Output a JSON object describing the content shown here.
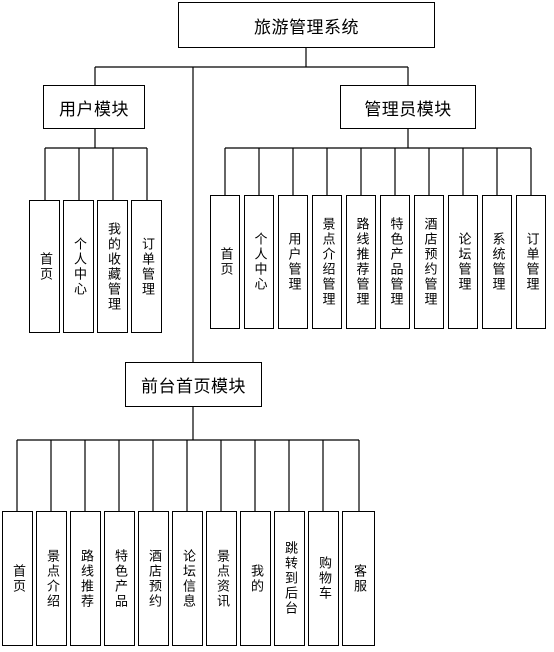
{
  "root": {
    "label": "旅游管理系统"
  },
  "user_module": {
    "label": "用户模块",
    "children": [
      "首页",
      "个人中心",
      "我的收藏管理",
      "订单管理"
    ]
  },
  "admin_module": {
    "label": "管理员模块",
    "children": [
      "首页",
      "个人中心",
      "用户管理",
      "景点介绍管理",
      "路线推荐管理",
      "特色产品管理",
      "酒店预约管理",
      "论坛管理",
      "系统管理",
      "订单管理"
    ]
  },
  "front_module": {
    "label": "前台首页模块",
    "children": [
      "首页",
      "景点介绍",
      "路线推荐",
      "特色产品",
      "酒店预约",
      "论坛信息",
      "景点资讯",
      "我的",
      "跳转到后台",
      "购物车",
      "客服"
    ]
  }
}
